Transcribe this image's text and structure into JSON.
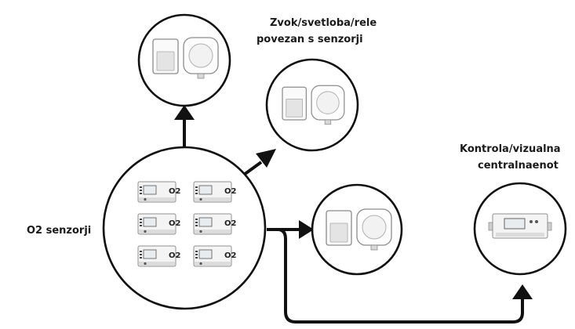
{
  "labels": {
    "sound_light_relay_line1": "Zvok/svetloba/rele",
    "sound_light_relay_line2": "povezan s senzorji",
    "control_unit_line1": "Kontrola/vizualna",
    "control_unit_line2": "centralnaenot",
    "o2_sensors": "O2 senzorji"
  },
  "sensor_badge": "O2",
  "colors": {
    "stroke": "#111111",
    "device_body": "#f4f4f4",
    "device_edge": "#9a9a9a",
    "display": "#e9ecee"
  }
}
